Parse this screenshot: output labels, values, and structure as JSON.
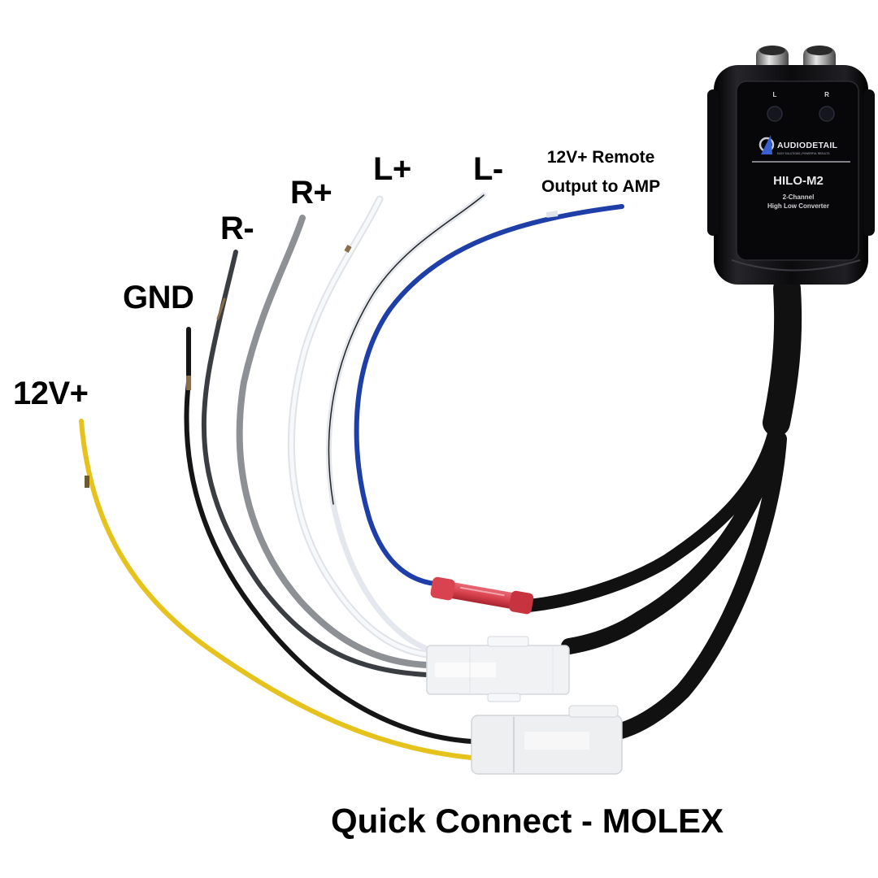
{
  "title": "Quick Connect - MOLEX",
  "device": {
    "brand": "AUDIODETAIL",
    "tagline": "EASY SOLUTIONS | POWERFUL RESULTS",
    "model": "HILO-M2",
    "description_line1": "2-Channel",
    "description_line2": "High Low Converter",
    "left_label": "L",
    "right_label": "R",
    "body_color": "#0d0d0f",
    "logo_color": "#3a5fd0"
  },
  "wires": [
    {
      "id": "12v",
      "label": "12V+",
      "color": "#e6c21d"
    },
    {
      "id": "gnd",
      "label": "GND",
      "color": "#151515"
    },
    {
      "id": "r-neg",
      "label": "R-",
      "color": "#3a3d42"
    },
    {
      "id": "r-pos",
      "label": "R+",
      "color": "#8d9095"
    },
    {
      "id": "l-pos",
      "label": "L+",
      "color": "#eef1f4"
    },
    {
      "id": "l-neg",
      "label": "L-",
      "color": "#e4e8ee"
    },
    {
      "id": "remote",
      "label_line1": "12V+ Remote",
      "label_line2": "Output to AMP",
      "color": "#1f3fa8"
    }
  ],
  "connectors": {
    "butt_splice_color": "#d9434f",
    "molex_color": "#f1f2f4",
    "sleeve_color": "#111111"
  }
}
